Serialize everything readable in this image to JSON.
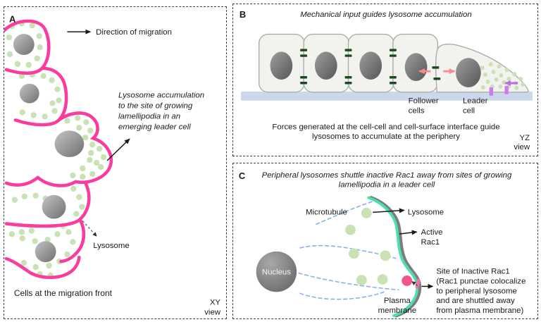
{
  "figure": {
    "panel_a": {
      "label": "A",
      "migration_arrow_label": "Direction of migration",
      "annotation_lines": [
        "Lysosome accumulation",
        "to the site of growing",
        "lamellipodia in an",
        "emerging leader cell"
      ],
      "lysosome_label": "Lysosome",
      "caption": "Cells at the migration front",
      "view_label_lines": [
        "XY",
        "view"
      ]
    },
    "panel_b": {
      "label": "B",
      "title": "Mechanical input guides lysosome accumulation",
      "follower_label_lines": [
        "Follower",
        "cells"
      ],
      "leader_label_lines": [
        "Leader",
        "cell"
      ],
      "caption_lines": [
        "Forces generated at the cell-cell and cell-surface interface guide",
        "lysosomes to accumulate at the periphery"
      ],
      "view_label_lines": [
        "YZ",
        "view"
      ]
    },
    "panel_c": {
      "label": "C",
      "title_lines": [
        "Peripheral lysosomes shuttle inactive Rac1 away from sites of growing",
        "lamellipodia in a leader cell"
      ],
      "microtubule_label": "Microtubule",
      "lysosome_label": "Lysosome",
      "active_rac1_lines": [
        "Active",
        "Rac1"
      ],
      "nucleus_label": "Nucleus",
      "plasma_membrane_lines": [
        "Plasma",
        "membrane"
      ],
      "inactive_site_lines": [
        "Site of Inactive Rac1",
        "(Rac1 punctae colocalize",
        "to peripheral lysosome",
        "and are shuttled away",
        "from plasma membrane)"
      ]
    },
    "colors": {
      "membrane_pink": "#FA3C9E",
      "lysosome_green": "#C8E2B4",
      "junction_dark_green": "#1A4D1A",
      "force_arrow_red": "#F98B8B",
      "peripheral_arrow_purple": "#B66CE8",
      "surface_punctae_purple": "#CD7BE8",
      "substrate_blue": "#CBD7EB",
      "active_rac1_teal": "#4DE0AB",
      "plasma_membrane_gray": "#7D7D7D",
      "microtubule_blue": "#88B0F0",
      "inactive_rac1_pink": "#F2558C"
    }
  }
}
